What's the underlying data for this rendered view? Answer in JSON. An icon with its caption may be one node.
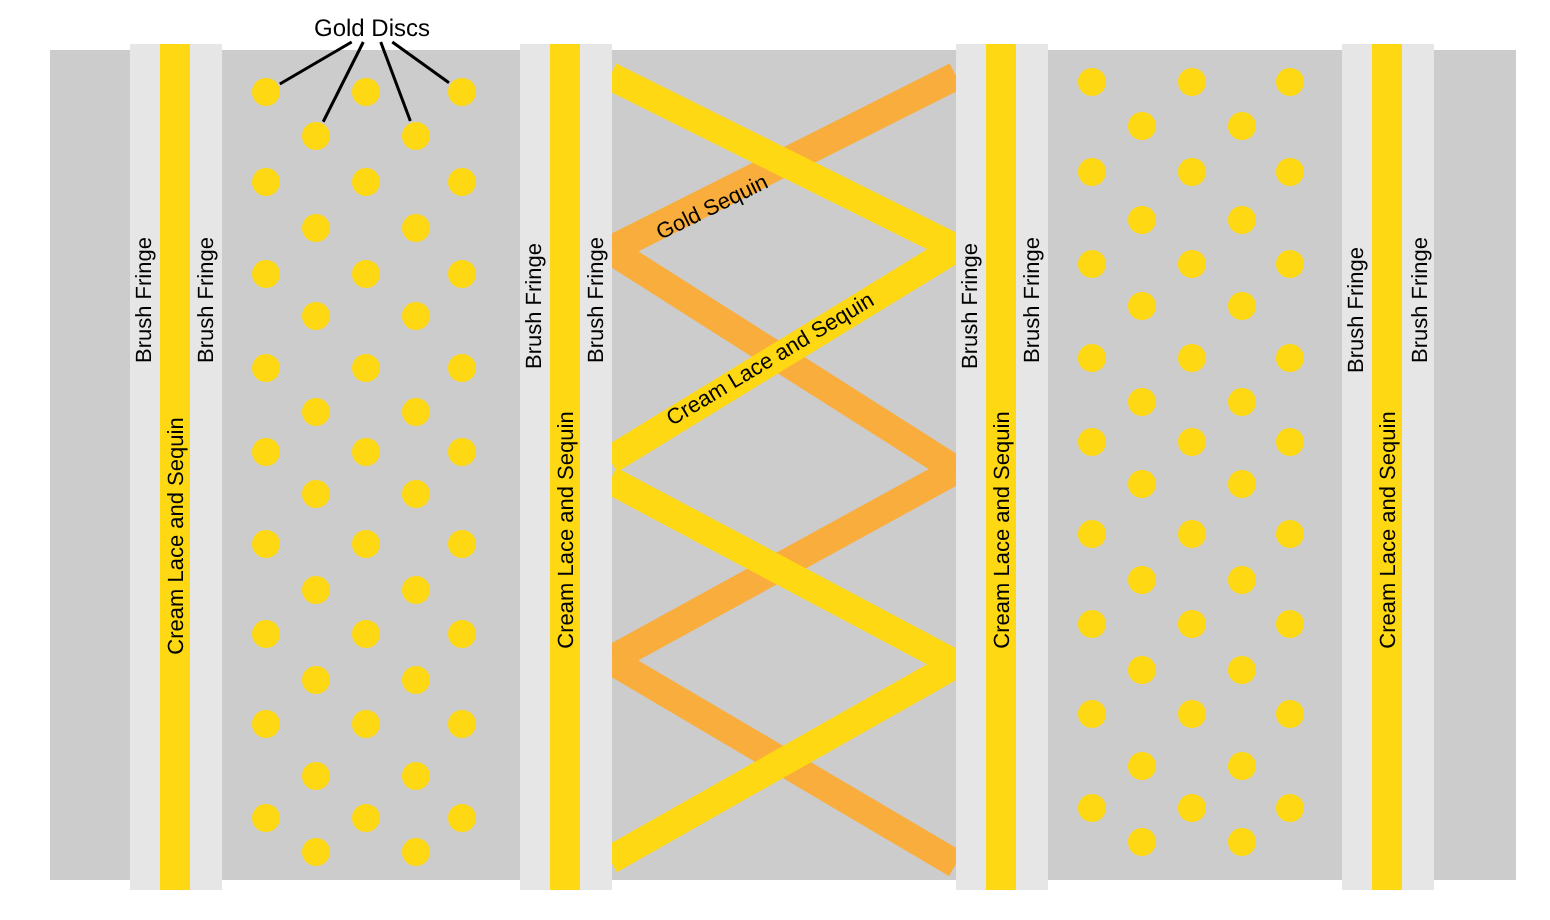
{
  "diagram": {
    "nodes": [
      {
        "text": [
          "Gold Discs"
        ]
      },
      {
        "text": [],
        "shape": "circle"
      },
      {
        "text": [],
        "shape": "circle"
      },
      {
        "text": [],
        "shape": "circle"
      },
      {
        "text": [],
        "shape": "circle"
      }
    ],
    "edges": [
      {
        "from": 0,
        "to": 1,
        "arrow": "none"
      },
      {
        "from": 0,
        "to": 2,
        "arrow": "none"
      },
      {
        "from": 0,
        "to": 3,
        "arrow": "none"
      },
      {
        "from": 0,
        "to": 4,
        "arrow": "none"
      }
    ],
    "labels": [
      "Brush Fringe",
      "Brush Fringe",
      "Cream Lace and Sequin",
      "Brush Fringe",
      "Brush Fringe",
      "Cream Lace and Sequin",
      "Gold Sequin",
      "Cream Lace and Sequin",
      "Brush Fringe",
      "Brush Fringe",
      "Cream Lace and Sequin",
      "Brush Fringe",
      "Brush Fringe",
      "Cream Lace and Sequin"
    ]
  }
}
